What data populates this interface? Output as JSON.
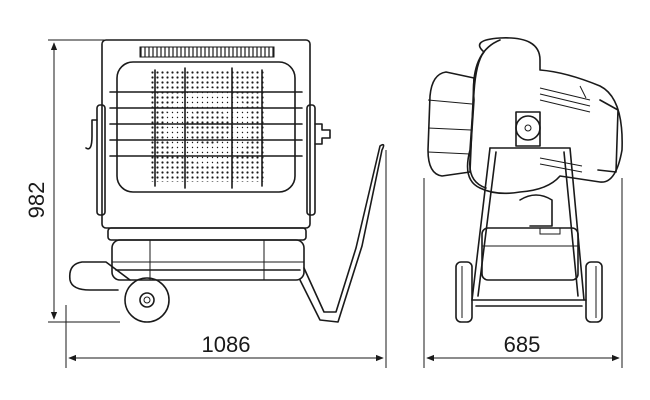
{
  "dimensions": {
    "height_label": "982",
    "front_width_label": "1086",
    "side_depth_label": "685"
  },
  "colors": {
    "line": "#1a1a1a",
    "background": "#ffffff"
  }
}
